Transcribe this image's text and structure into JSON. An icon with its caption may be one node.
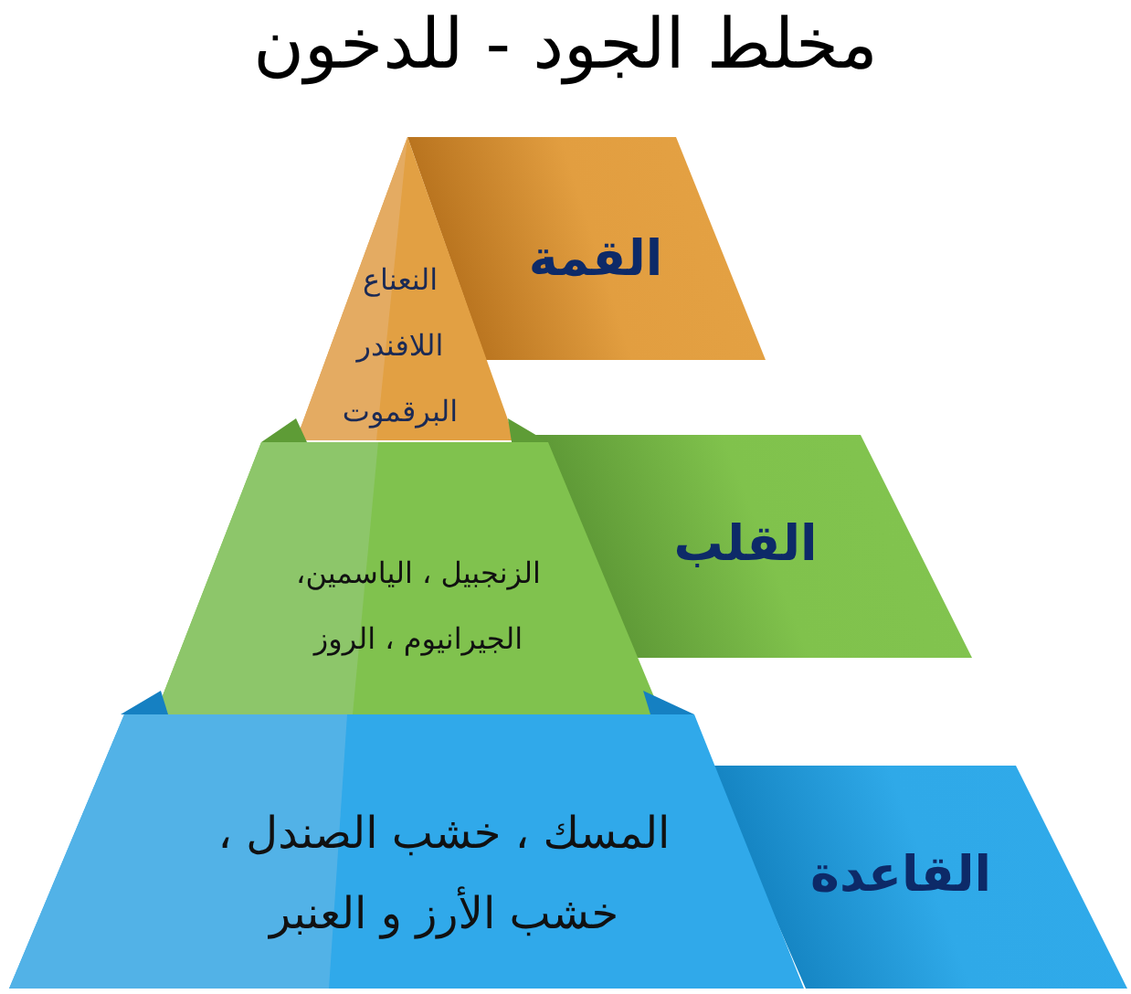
{
  "diagram": {
    "title": "مخلط الجود - للدخون",
    "nodes": [
      {
        "text": [
          "القمة"
        ]
      },
      {
        "text": [
          "النعناع",
          "اللافندر",
          "البرقموت"
        ]
      },
      {
        "text": [
          "القلب"
        ]
      },
      {
        "text": [
          "الزنجبيل ، الياسمين، الجيرانيوم ، الروز"
        ]
      },
      {
        "text": [
          "القاعدة"
        ]
      },
      {
        "text": [
          "المسك ، خشب الصندل ، خشب الأرز و العنبر"
        ]
      }
    ]
  }
}
